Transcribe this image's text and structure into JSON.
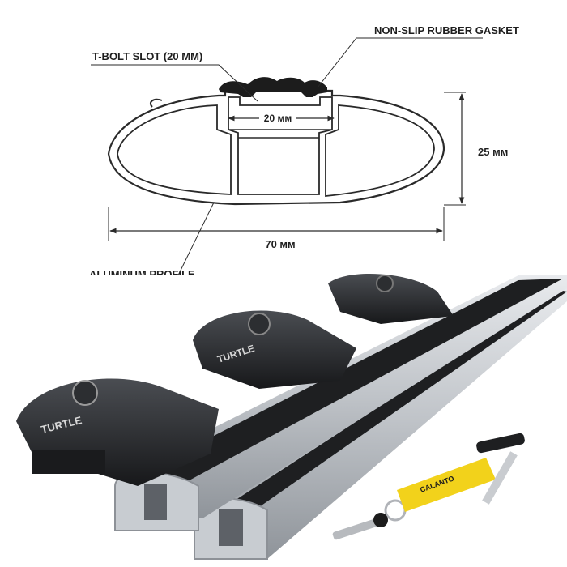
{
  "labels": {
    "tbolt_slot": "T-BOLT SLOT (20 MM)",
    "gasket": "NON-SLIP RUBBER GASKET",
    "slot_width": "20 мм",
    "height": "25 мм",
    "width": "70 мм",
    "profile": "ALUMINUM PROFILE"
  },
  "photo": {
    "brand": "TURTLE",
    "tag_text": "CALANTO"
  },
  "colors": {
    "line": "#2a2a2a",
    "gasket": "#1c1c1c",
    "aluminum": "#c9ccd0",
    "foot": "#2b2d30",
    "accent_yellow": "#f2d21b"
  }
}
